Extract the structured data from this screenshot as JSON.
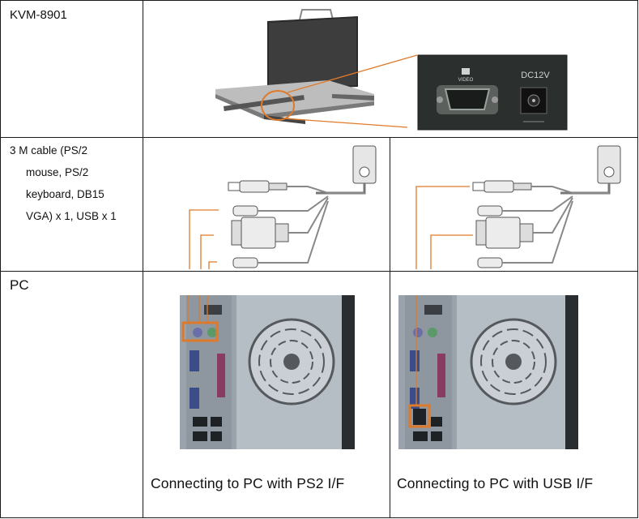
{
  "rows": {
    "kvm": {
      "label": "KVM-8901",
      "port_labels": {
        "video": "VIDEO",
        "power": "DC12V"
      }
    },
    "cable": {
      "lines": [
        "3 M cable (PS/2",
        "mouse, PS/2",
        "keyboard, DB15",
        "VGA) x 1, USB x 1"
      ]
    },
    "pc": {
      "label": "PC"
    }
  },
  "captions": {
    "ps2": "Connecting to PC with PS2 I/F",
    "usb": "Connecting to PC with USB I/F"
  },
  "colors": {
    "accent": "#e07a2b",
    "border": "#1a1a1a"
  }
}
